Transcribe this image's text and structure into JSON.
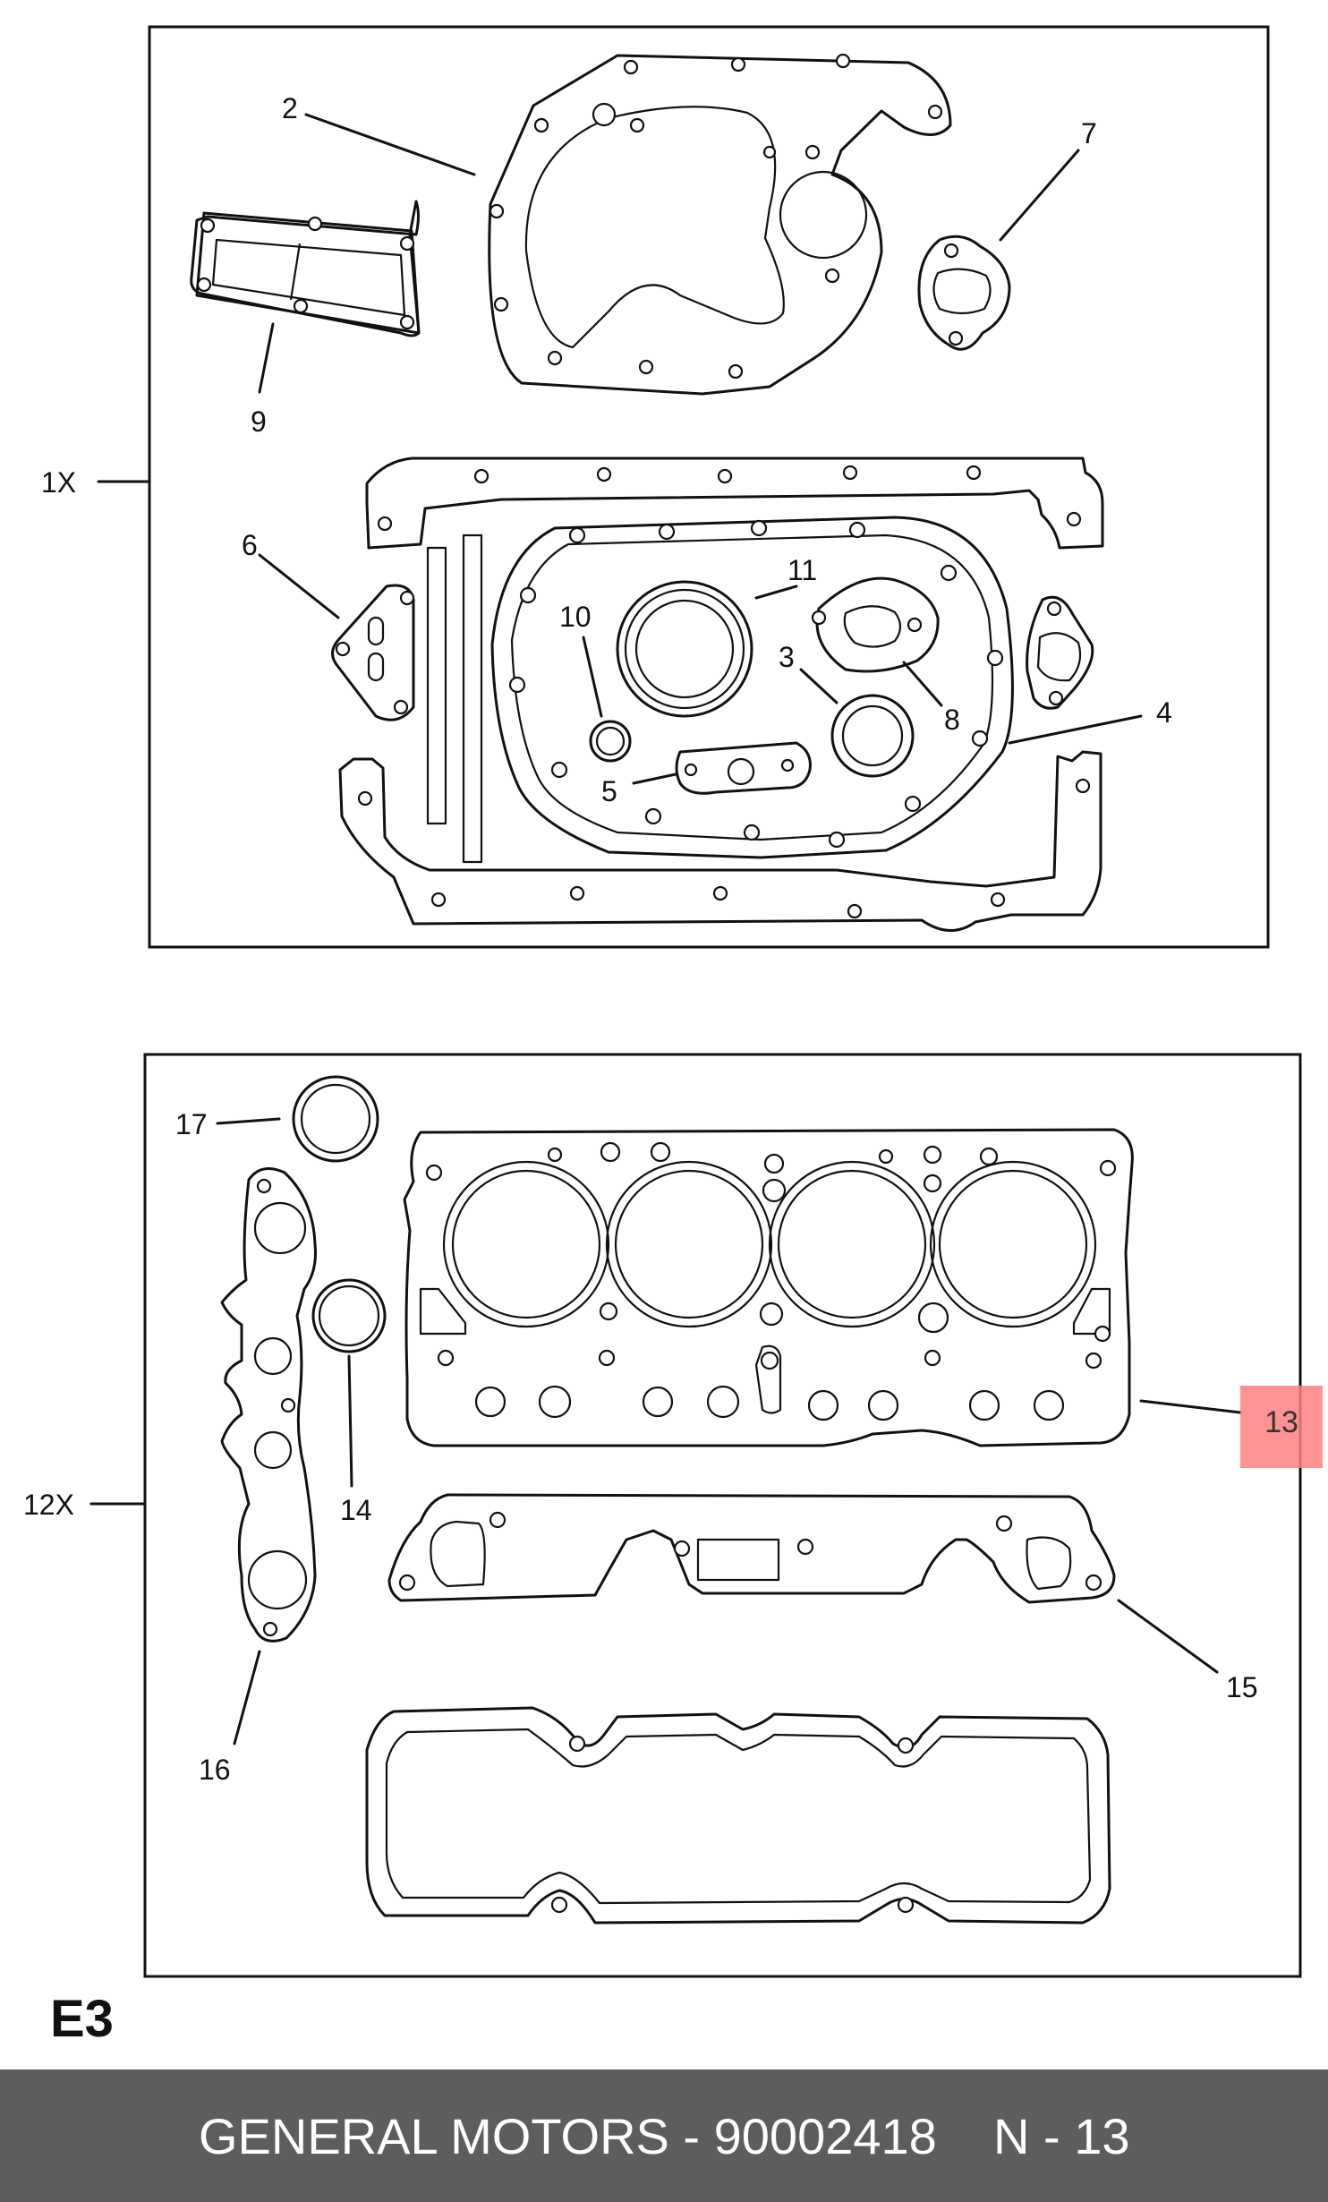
{
  "callouts": {
    "c1x": "1X",
    "c2": "2",
    "c3": "3",
    "c4": "4",
    "c5": "5",
    "c6": "6",
    "c7": "7",
    "c8": "8",
    "c9": "9",
    "c10": "10",
    "c11": "11",
    "c12x": "12X",
    "c13": "13",
    "c14": "14",
    "c15": "15",
    "c16": "16",
    "c17": "17"
  },
  "page_code": "E3",
  "footer": {
    "brand": "GENERAL MOTORS - 90002418",
    "page": "N - 13"
  },
  "colors": {
    "highlight": "#ff7f7f",
    "footer_bg": "#5d5d5d"
  }
}
